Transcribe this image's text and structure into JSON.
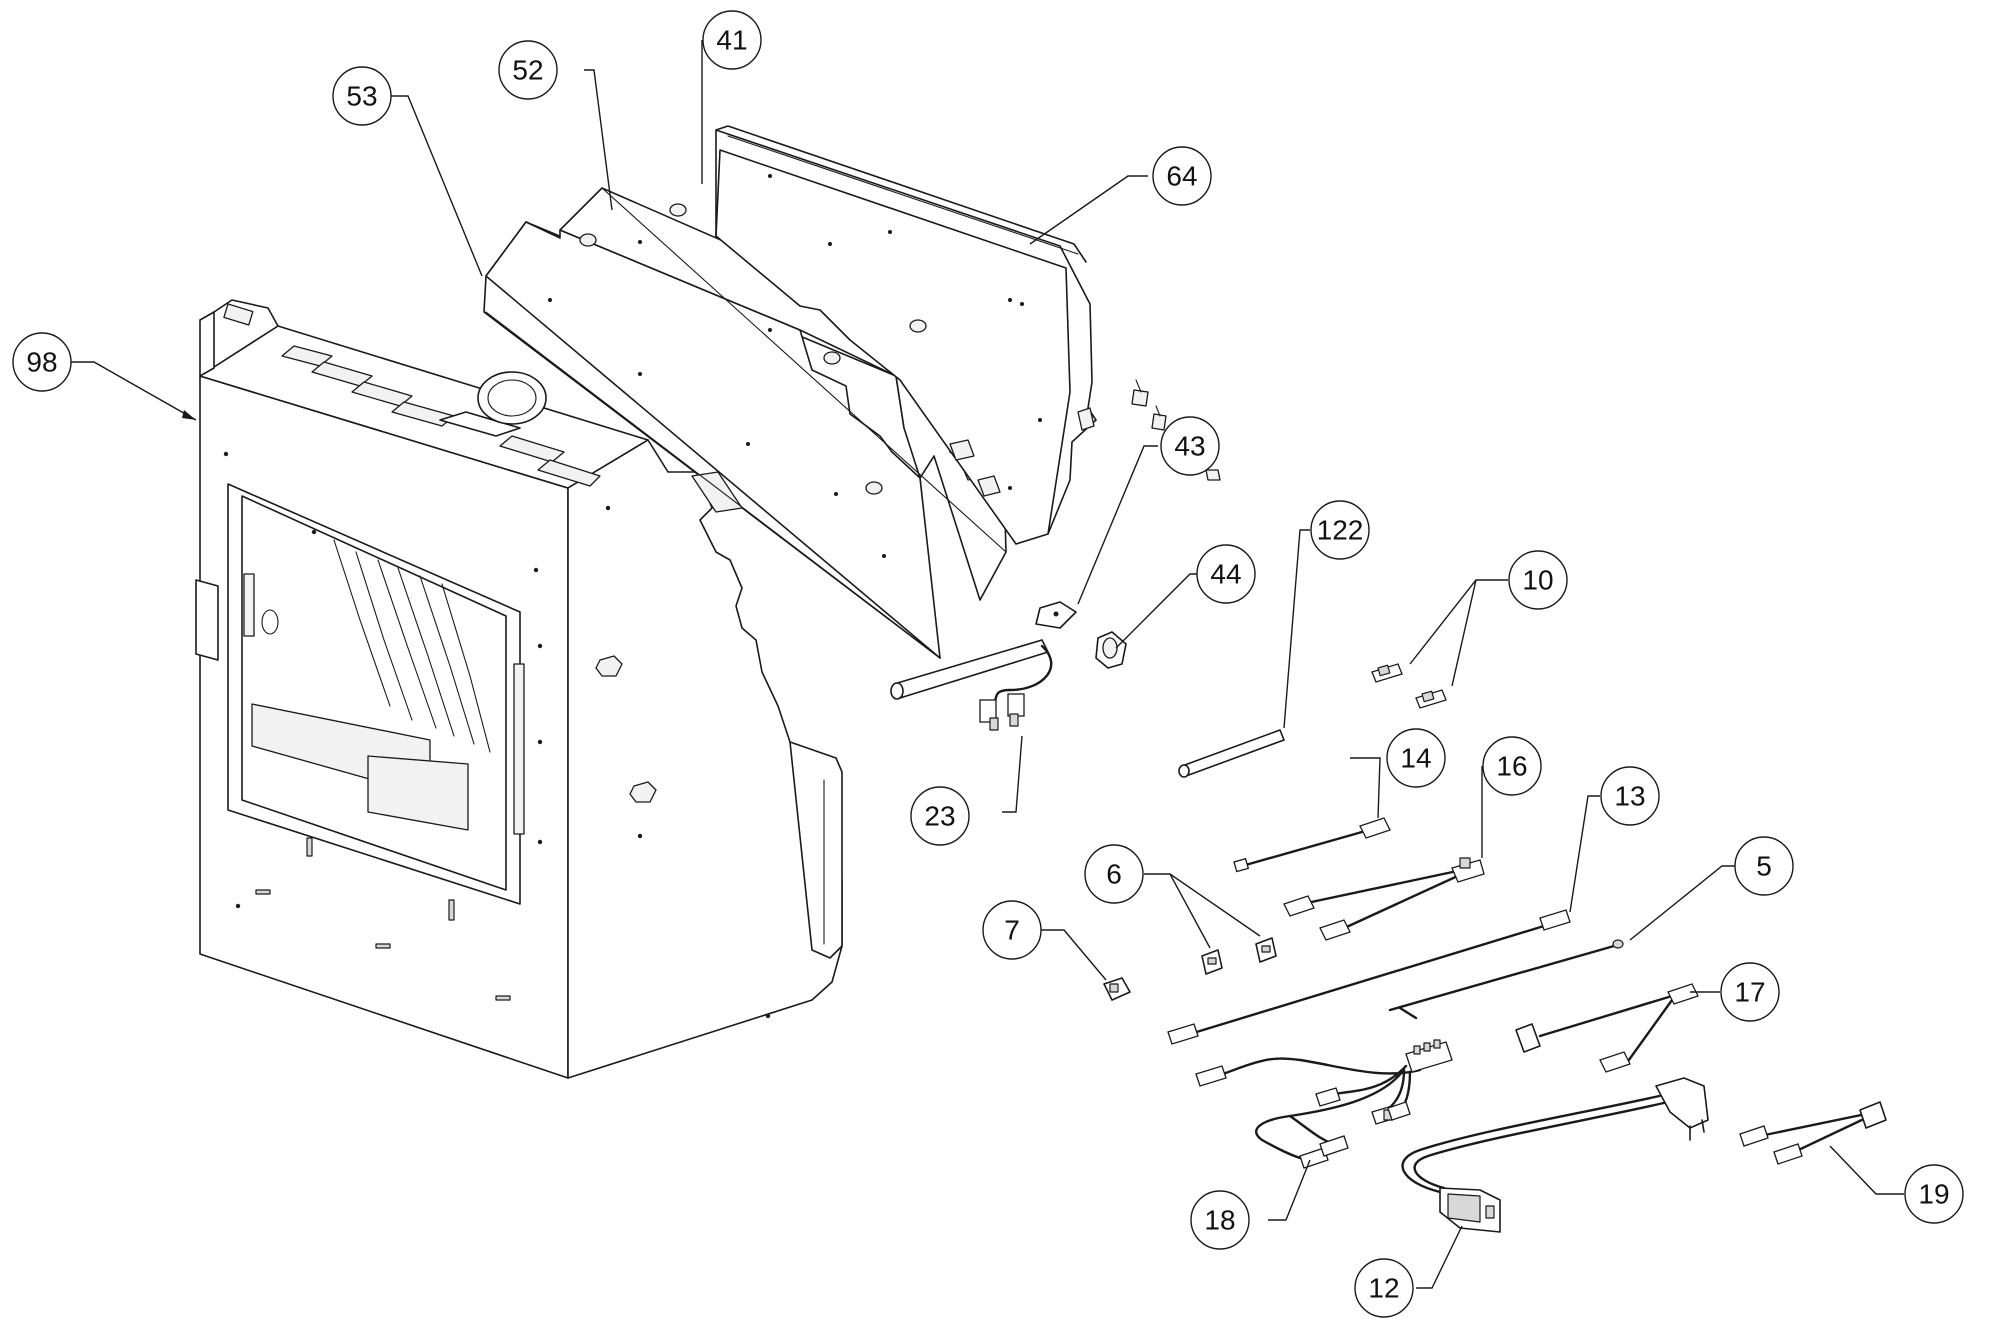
{
  "callouts": [
    {
      "id": "98",
      "label": "98"
    },
    {
      "id": "53",
      "label": "53"
    },
    {
      "id": "52",
      "label": "52"
    },
    {
      "id": "41",
      "label": "41"
    },
    {
      "id": "64",
      "label": "64"
    },
    {
      "id": "43",
      "label": "43"
    },
    {
      "id": "44",
      "label": "44"
    },
    {
      "id": "122",
      "label": "122"
    },
    {
      "id": "10",
      "label": "10"
    },
    {
      "id": "23",
      "label": "23"
    },
    {
      "id": "14",
      "label": "14"
    },
    {
      "id": "16",
      "label": "16"
    },
    {
      "id": "13",
      "label": "13"
    },
    {
      "id": "5",
      "label": "5"
    },
    {
      "id": "6",
      "label": "6"
    },
    {
      "id": "7",
      "label": "7"
    },
    {
      "id": "17",
      "label": "17"
    },
    {
      "id": "18",
      "label": "18"
    },
    {
      "id": "19",
      "label": "19"
    },
    {
      "id": "12",
      "label": "12"
    }
  ]
}
